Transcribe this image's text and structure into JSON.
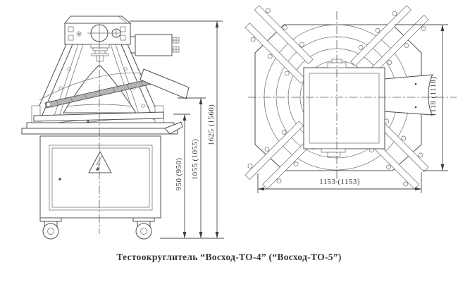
{
  "drawing": {
    "caption": "Тестоокруглитель “Восход-ТО-4” (“Восход-ТО-5”)",
    "side_view": {
      "dimensions": {
        "table_height": "950 (950)",
        "chute_height": "1055 (1055)",
        "overall_height": "1625 (1560)"
      }
    },
    "top_view": {
      "dimensions": {
        "overall_depth": "1118 (1118)",
        "overall_width": "1153 (1153)"
      }
    },
    "colors": {
      "line": "#4f4f4f",
      "text": "#3b3b3b",
      "background": "#ffffff",
      "track_fill": "#b5b5b5"
    }
  }
}
